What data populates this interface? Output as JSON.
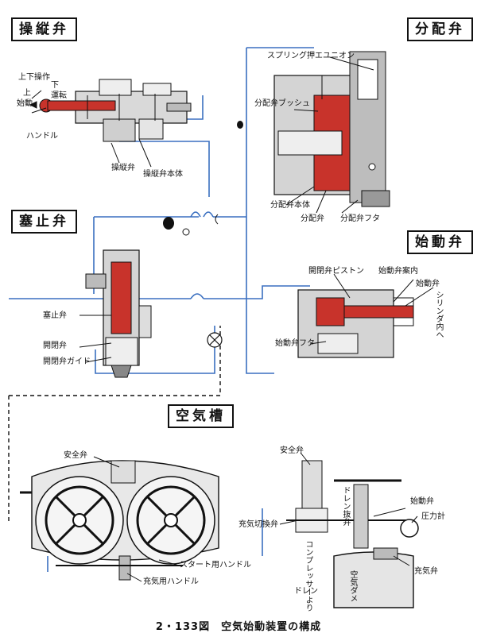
{
  "sections": {
    "control_valve": "操縦弁",
    "distributor_valve": "分配弁",
    "stop_valve": "塞止弁",
    "starting_valve": "始動弁",
    "air_tank": "空気槽"
  },
  "labels": {
    "updown": "上下操作",
    "down": "下",
    "run": "運転",
    "up": "上",
    "start": "始動",
    "handle": "ハンドル",
    "control_valve_part": "操縦弁",
    "control_valve_body": "操縦弁本体",
    "spring_union": "スプリング押エユニオン",
    "dist_bush": "分配弁ブッシュ",
    "dist_body": "分配弁本体",
    "dist_valve": "分配弁",
    "dist_cover": "分配弁フタ",
    "onoff_piston": "開閉弁ピストン",
    "start_guide": "始動弁案内",
    "start_valve": "始動弁",
    "into_cylinder": "シリンダ内へ",
    "start_cover": "始動弁フタ",
    "stop_valve_part": "塞止弁",
    "onoff_valve": "開閉弁",
    "onoff_guide": "開閉弁ガイド",
    "safety_valve_left": "安全弁",
    "start_handle": "スタート用ハンドル",
    "fill_handle": "充気用ハンドル",
    "safety_valve_right": "安全弁",
    "fill_switch": "充気切換弁",
    "drain_valve": "ドレン抜弁",
    "from_compressor": "コンプレッサーより",
    "drain": "ドレン",
    "air_dam": "空気ダメ",
    "start_valve_right": "始動弁",
    "pressure_gauge": "圧力計",
    "fill_valve": "充気弁"
  },
  "caption": "2・133図　空気始動装置の構成",
  "colors": {
    "valve_red": "#c8332b",
    "line_blue": "#3a6fc0",
    "ink": "#111111"
  }
}
